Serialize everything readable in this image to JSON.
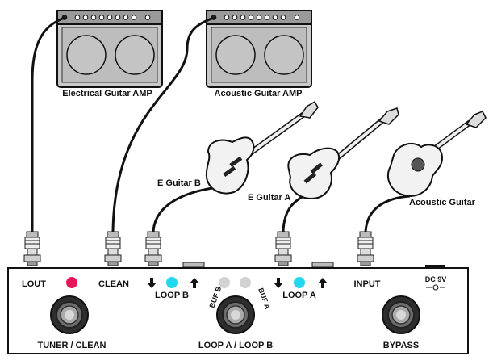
{
  "amps": {
    "electric_label": "Electrical Guitar AMP",
    "acoustic_label": "Acoustic Guitar AMP"
  },
  "guitars": {
    "e_guitar_b": "E Guitar B",
    "e_guitar_a": "E Guitar A",
    "acoustic": "Acoustic  Guitar"
  },
  "pedal": {
    "lout": "LOUT",
    "clean": "CLEAN",
    "loop_b": "LOOP B",
    "loop_a": "LOOP A",
    "buf_b": "BUF B",
    "buf_a": "BUF A",
    "input": "INPUT",
    "dc": "DC 9V",
    "tuner_clean": "TUNER / CLEAN",
    "loop_ab": "LOOP A / LOOP B",
    "bypass": "BYPASS",
    "colors": {
      "red_led": "#e8155a",
      "cyan_led": "#22d8ee",
      "gray_led": "#d2d2d2"
    }
  }
}
